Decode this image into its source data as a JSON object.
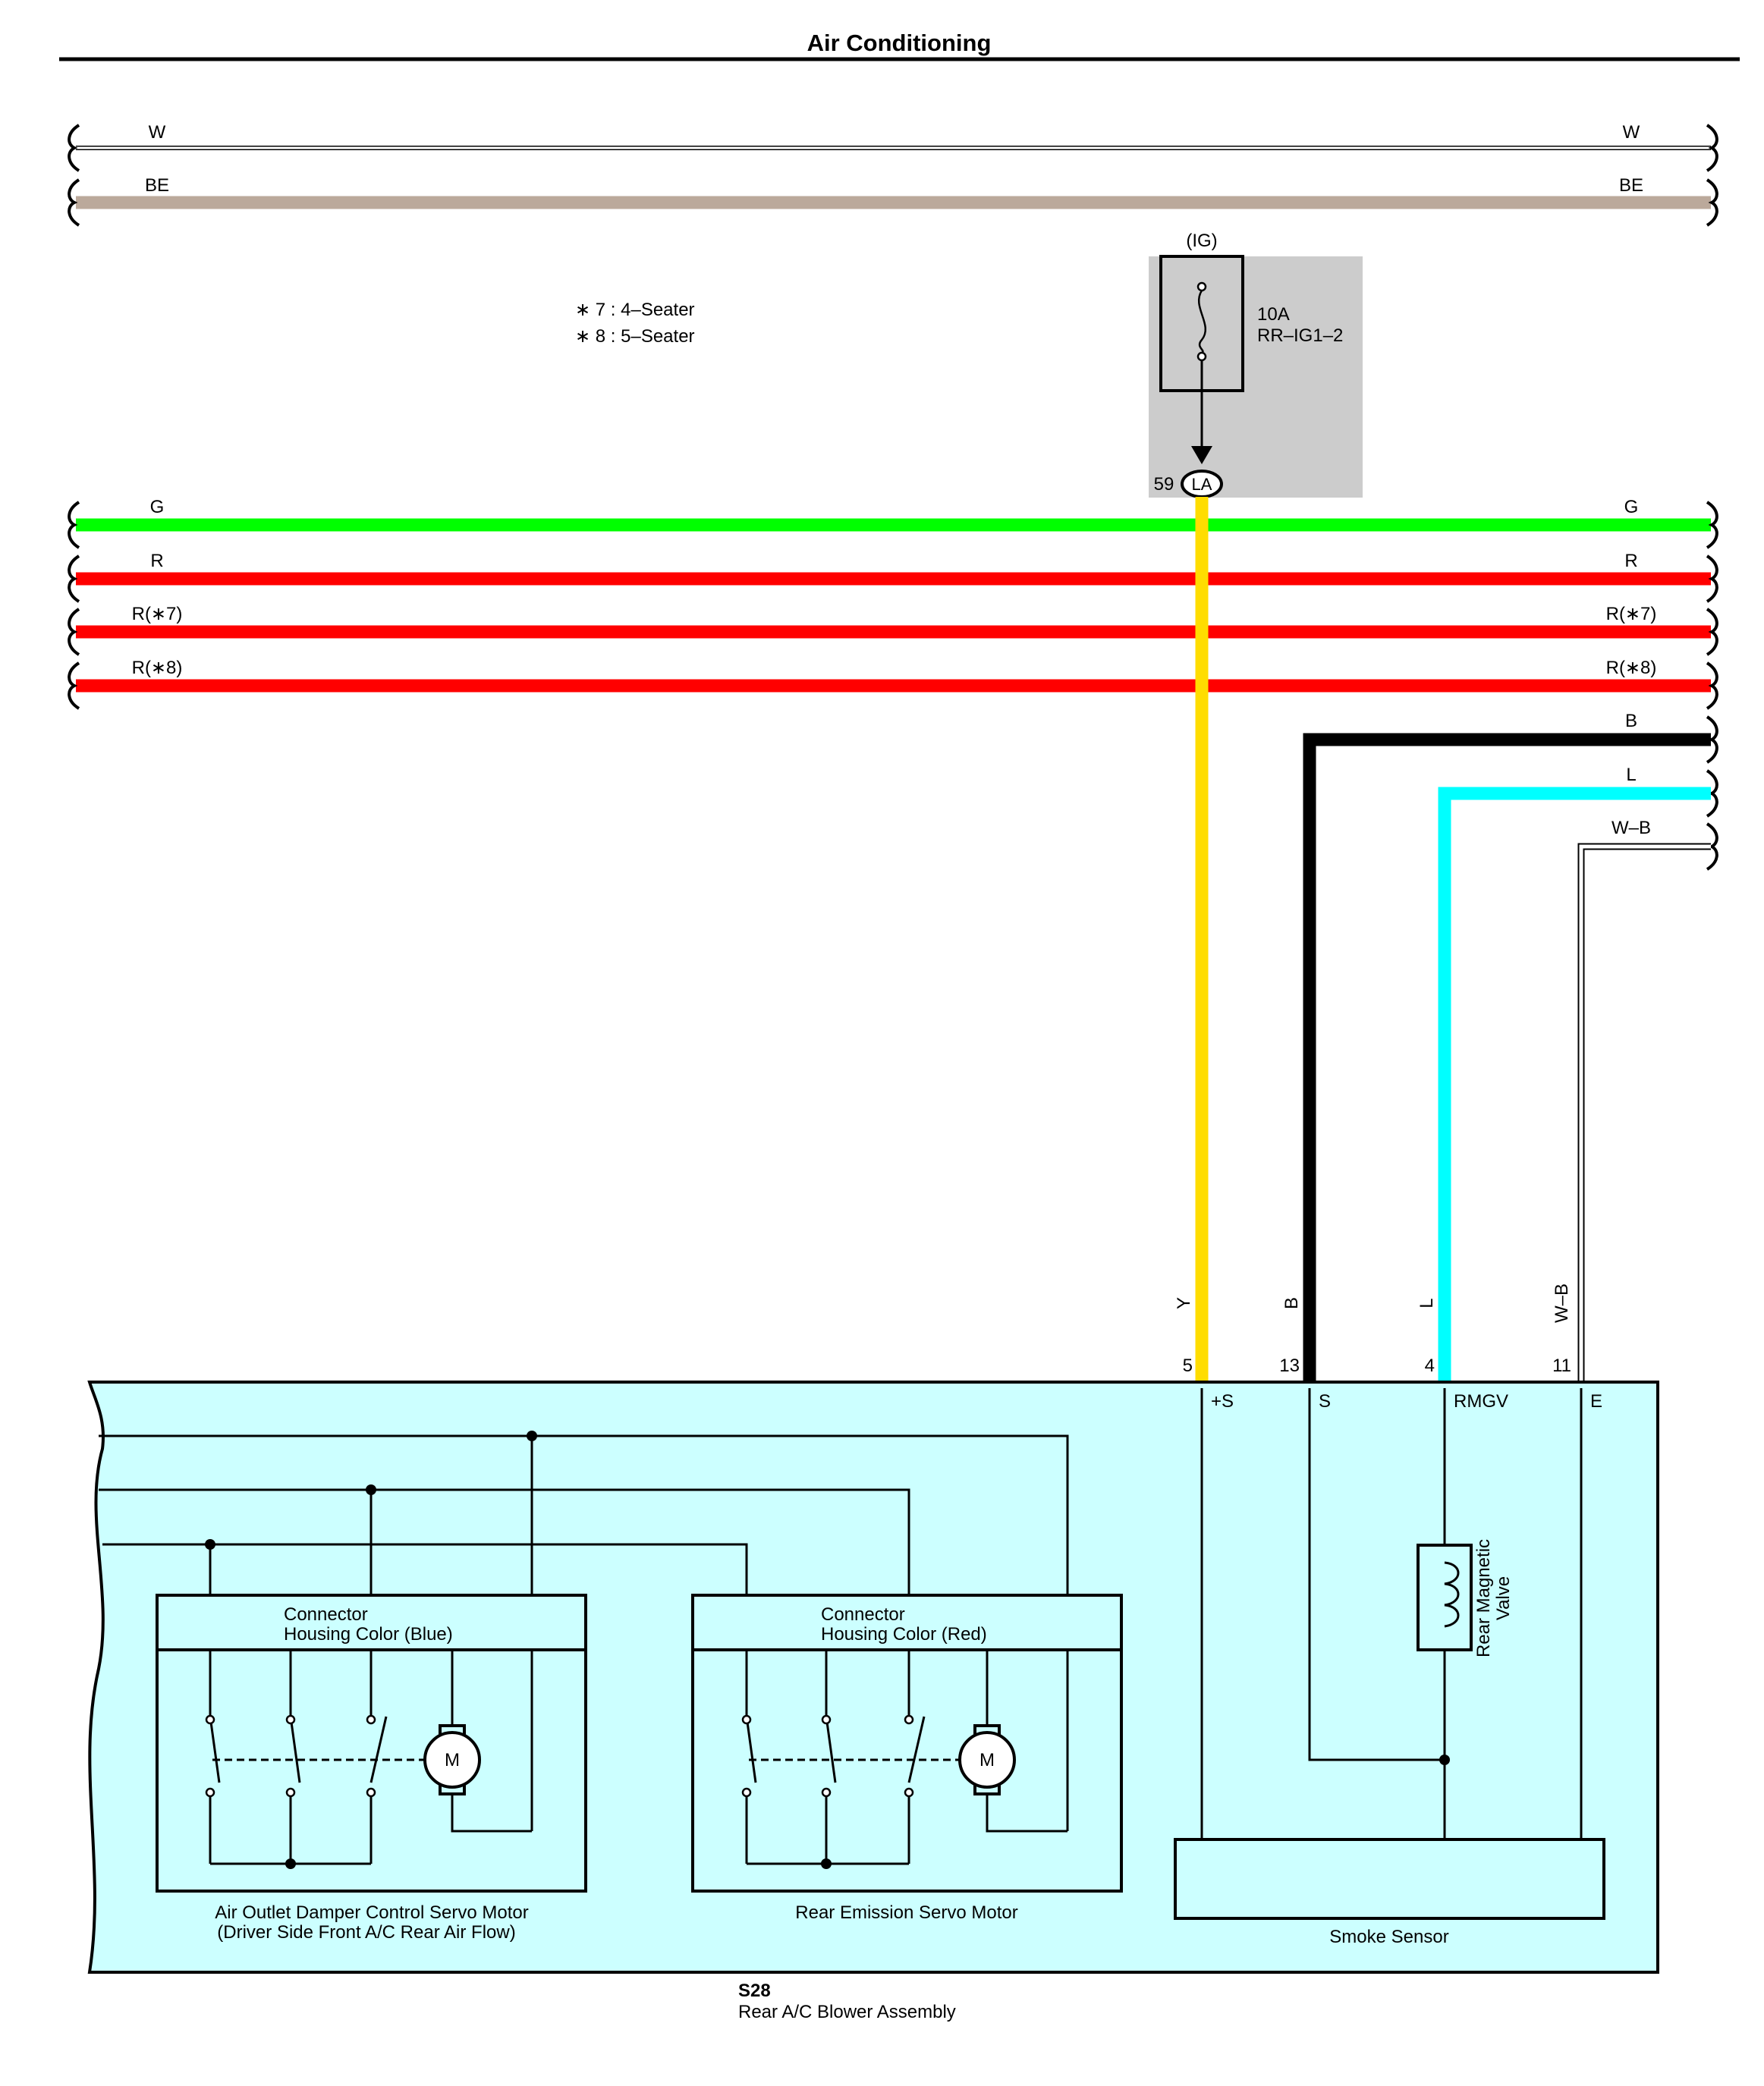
{
  "page": {
    "title": "Air Conditioning"
  },
  "colors": {
    "W": "#ffffff",
    "BE": "#bba99b",
    "G": "#00ff00",
    "R": "#ff0000",
    "Y": "#ffdd00",
    "B": "#000000",
    "L": "#00ffff",
    "WB": "#ffffff",
    "assembly_fill": "#ccffff",
    "fuse_box_fill": "#cccccc"
  },
  "wires": {
    "top": [
      {
        "label": "W"
      },
      {
        "label": "BE"
      }
    ],
    "mid": [
      {
        "label": "G"
      },
      {
        "label": "R"
      },
      {
        "label": "R(∗7)"
      },
      {
        "label": "R(∗8)"
      }
    ],
    "right": [
      {
        "label": "B"
      },
      {
        "label": "L"
      },
      {
        "label": "W–B"
      }
    ]
  },
  "notes": {
    "note7": "∗ 7 : 4–Seater",
    "note8": "∗ 8 : 5–Seater"
  },
  "fuse": {
    "source": "(IG)",
    "rating": "10A",
    "name": "RR–IG1–2",
    "pin": "59",
    "connector": "LA"
  },
  "terminals": [
    {
      "color": "Y",
      "pin": "5",
      "name": "+S"
    },
    {
      "color": "B",
      "pin": "13",
      "name": "S"
    },
    {
      "color": "L",
      "pin": "4",
      "name": "RMGV"
    },
    {
      "color": "W–B",
      "pin": "11",
      "name": "E"
    }
  ],
  "servo1": {
    "connector_line1": "Connector",
    "connector_line2": "Housing Color (Blue)",
    "caption_line1": "Air Outlet Damper Control Servo Motor",
    "caption_line2": "(Driver Side Front A/C Rear Air Flow)"
  },
  "servo2": {
    "connector_line1": "Connector",
    "connector_line2": "Housing Color (Red)",
    "caption": "Rear Emission Servo Motor"
  },
  "motor_symbol": "M",
  "valve": {
    "line1": "Rear Magnetic",
    "line2": "Valve"
  },
  "smoke_sensor": "Smoke Sensor",
  "assembly": {
    "code": "S28",
    "name": "Rear A/C Blower Assembly"
  }
}
